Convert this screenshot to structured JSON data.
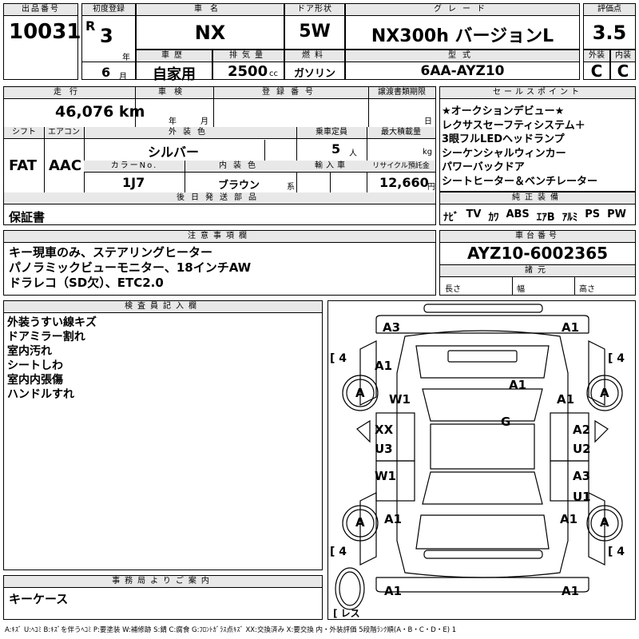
{
  "header": {
    "lot_label": "出品番号",
    "lot_value": "10031",
    "reg_label": "初度登録",
    "reg_era": "R",
    "reg_year": "3",
    "year_unit": "年",
    "reg_month": "6",
    "month_unit": "月",
    "name_label": "車名",
    "name_value": "NX",
    "door_label": "ドア形状",
    "door_value": "5W",
    "grade_label": "グレード",
    "grade_value": "NX300h バージョンL",
    "score_label": "評価点",
    "score_value": "3.5",
    "history_label": "車歴",
    "history_value": "自家用",
    "displacement_label": "排気量",
    "displacement_value": "2500",
    "displacement_unit": "cc",
    "fuel_label": "燃料",
    "fuel_value": "ガソリン",
    "model_label": "型式",
    "model_value": "6AA-AYZ10",
    "ext_label": "外装",
    "ext_value": "C",
    "int_label": "内装",
    "int_value": "C"
  },
  "row2": {
    "mileage_label": "走行",
    "mileage_value": "46,076 km",
    "inspection_label": "車検",
    "insp_year": "年",
    "insp_month": "月",
    "plate_label": "登録番号",
    "transfer_label": "譲渡書類期限",
    "transfer_day": "日",
    "sales_label": "セールスポイント",
    "sales_points": [
      "★オークションデビュー★",
      "レクサスセーフティシステム＋",
      "3眼フルLEDヘッドランプ",
      "シーケンシャルウィンカー",
      "パワーバックドア",
      "シートヒーター＆ベンチレーター"
    ],
    "shift_label": "シフト",
    "shift_value": "FAT",
    "ac_label": "エアコン",
    "ac_value": "AAC",
    "color_label": "外装色",
    "color_value": "シルバー",
    "capacity_label": "乗車定員",
    "capacity_value": "5",
    "capacity_unit": "人",
    "load_label": "最大積載量",
    "load_unit": "kg",
    "colorno_label": "カラーNo.",
    "colorno_value": "1J7",
    "interior_label": "内装色",
    "interior_value": "ブラウン",
    "interior_unit": "系",
    "import_label": "輸入車",
    "recycle_label": "リサイクル預託金",
    "recycle_value": "12,660",
    "recycle_unit": "円",
    "later_label": "後日発送部品",
    "later_value": "保証書",
    "equip_label": "純正装備",
    "equip_items": [
      "ﾅﾋﾞ",
      "TV",
      "ｶﾜ",
      "ABS",
      "ｴｱB",
      "ｱﾙﾐ",
      "PS",
      "PW"
    ]
  },
  "notes": {
    "label": "注意事項欄",
    "lines": [
      "キー現車のみ、ステアリングヒーター",
      "パノラミックビューモニター、18インチAW",
      "ドラレコ（SD欠）、ETC2.0"
    ]
  },
  "chassis": {
    "label": "車台番号",
    "value": "AYZ10-6002365",
    "dims_label": "諸元",
    "len_label": "長さ",
    "width_label": "幅",
    "height_label": "高さ"
  },
  "inspector": {
    "label": "検査員記入欄",
    "lines": [
      "外装うすい線キズ",
      "ドアミラー割れ",
      "室内汚れ",
      "シートしわ",
      "室内内張傷",
      "ハンドルすれ"
    ]
  },
  "office": {
    "label": "事務局よりご案内",
    "value": "キーケース"
  },
  "diagram": {
    "marks": {
      "a3_front_left": "A3",
      "a1_front_right": "A1",
      "a1_hood_left": "A1",
      "a1_hood_right": "A1",
      "a1_roof_right": "A1",
      "w1_left": "W1",
      "a_wheel_fl": "A",
      "a_wheel_fr": "A",
      "g_center": "G",
      "xx_left": "XX",
      "u3_left": "U3",
      "a2_right": "A2",
      "u2_right": "U2",
      "w1_rear_left": "W1",
      "a3_rear_right": "A3",
      "u1_right": "U1",
      "a_wheel_rl": "A",
      "a1_rl": "A1",
      "a_wheel_rr": "A",
      "a1_rr": "A1",
      "a1_bottom_left": "A1",
      "a1_bottom_right": "A1",
      "tire_fl": "[ 4",
      "tire_fr": "[ 4",
      "tire_rl": "[ 4",
      "tire_rr": "[ 4",
      "spare": "[ レス"
    }
  },
  "footer": "A:ｷｽﾞ U:ﾍｺﾐ B:ｷｽﾞを伴うﾍｺﾐ P:要塗装 W:補修跡 S:錆 C:腐食 G:ﾌﾛﾝﾄｶﾞﾗｽ点ｷｽﾞ XX:交換済み X:要交換 内・外装評価 5段階ﾗﾝｸ順(A・B・C・D・E) 1"
}
